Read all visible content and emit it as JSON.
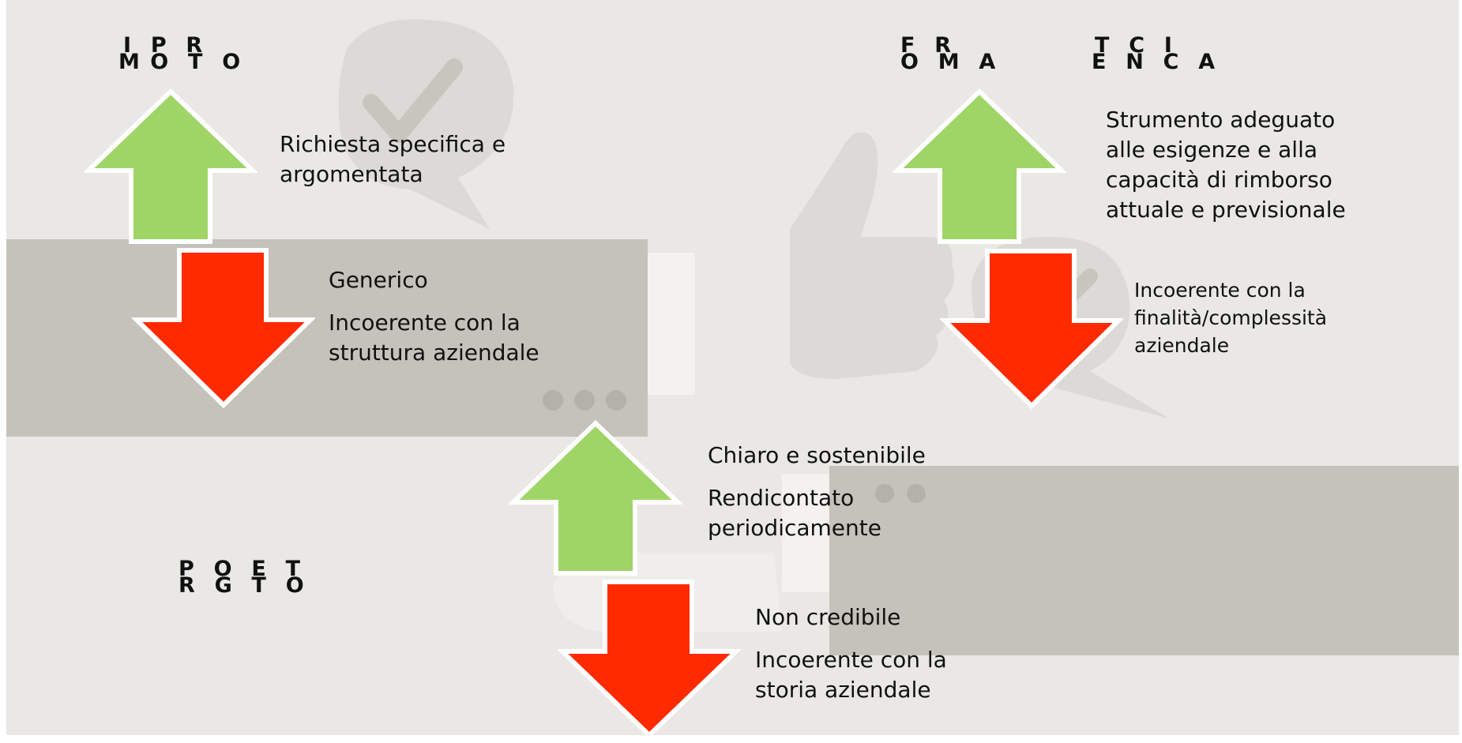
{
  "colors": {
    "background": "#e9e8e5",
    "band": "#c5c2bb",
    "silhouette": "#dcdad6",
    "arrow_up": "#9fd467",
    "arrow_down": "#ff2a00",
    "arrow_outline": "#ffffff"
  },
  "titles": {
    "importo": {
      "row1": "I  P  R",
      "row2": "M O  T  O"
    },
    "forma": {
      "row1": "F  R",
      "row2": "O  M  A"
    },
    "tecnica": {
      "row1": "T  C  I",
      "row2": "E  N  C  A"
    },
    "progetto": {
      "row1": "P  O  E  T",
      "row2": "R  G  T  O"
    }
  },
  "importo": {
    "positive": [
      "Richiesta specifica e",
      "argomentata"
    ],
    "negative": [
      "Generico",
      "Incoerente con la",
      "struttura aziendale"
    ]
  },
  "forma_tecnica": {
    "positive": [
      "Strumento adeguato",
      "alle esigenze e alla",
      "capacità di rimborso",
      "attuale e previsionale"
    ],
    "negative": [
      "Incoerente con la",
      "finalità/complessità",
      "aziendale"
    ]
  },
  "progetto": {
    "positive": [
      "Chiaro e sostenibile",
      "Rendicontato",
      "periodicamente"
    ],
    "negative": [
      "Non credibile",
      "Incoerente con la",
      "storia aziendale"
    ]
  },
  "icons": [
    "checkmark-bubble-icon",
    "thumbs-up-icon",
    "handshake-icon"
  ]
}
